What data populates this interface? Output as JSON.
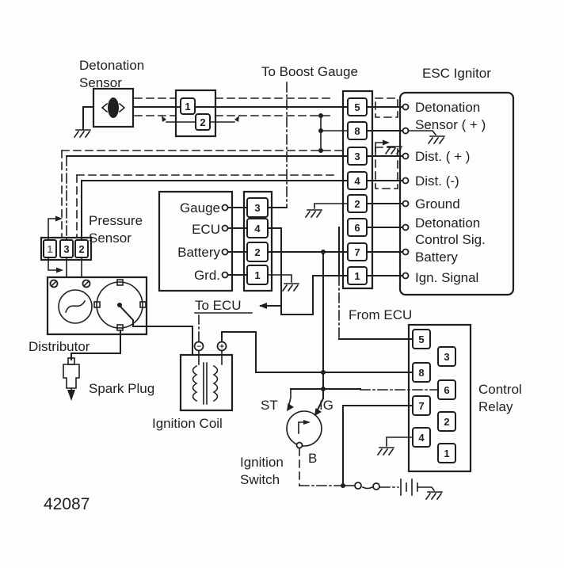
{
  "figure_number": "42087",
  "labels": {
    "detonation_sensor_1": "Detonation",
    "detonation_sensor_2": "Sensor",
    "to_boost_gauge": "To Boost Gauge",
    "esc_ignitor": "ESC Ignitor",
    "pressure_sensor_1": "Pressure",
    "pressure_sensor_2": "Sensor",
    "distributor": "Distributor",
    "spark_plug": "Spark Plug",
    "ignition_coil": "Ignition Coil",
    "to_ecu": "To ECU",
    "from_ecu": "From ECU",
    "ignition_switch_1": "Ignition",
    "ignition_switch_2": "Switch",
    "control_relay_1": "Control",
    "control_relay_2": "Relay"
  },
  "esc": {
    "title": "ESC Ignitor",
    "pins": [
      {
        "n": "5",
        "l1": "Detonation",
        "l2": "Sensor ( + )"
      },
      {
        "n": "8"
      },
      {
        "n": "3",
        "l1": "Dist. ( + )"
      },
      {
        "n": "4",
        "l1": "Dist. (-)"
      },
      {
        "n": "2",
        "l1": "Ground"
      },
      {
        "n": "6",
        "l1": "Detonation",
        "l2": "Control Sig."
      },
      {
        "n": "7",
        "l1": "Battery"
      },
      {
        "n": "1",
        "l1": "Ign. Signal"
      }
    ]
  },
  "ecu_conn": {
    "to_ecu": "To ECU",
    "rows": [
      {
        "name": "Gauge",
        "pin": "3"
      },
      {
        "name": "ECU",
        "pin": "4"
      },
      {
        "name": "Battery",
        "pin": "2"
      },
      {
        "name": "Grd.",
        "pin": "1"
      }
    ]
  },
  "iface": {
    "pins": [
      "1",
      "2"
    ]
  },
  "press": {
    "pins": [
      "1",
      "3",
      "2"
    ]
  },
  "sw": {
    "st": "ST",
    "ig": "IG",
    "b": "B"
  },
  "coil": {
    "neg": "−",
    "pos": "+"
  },
  "relay": {
    "left": [
      "5",
      "8",
      "7",
      "4"
    ],
    "right": [
      "3",
      "6",
      "2",
      "1"
    ]
  },
  "colors": {
    "ink": "#1f1f1f",
    "background": "#fdfdfb"
  }
}
